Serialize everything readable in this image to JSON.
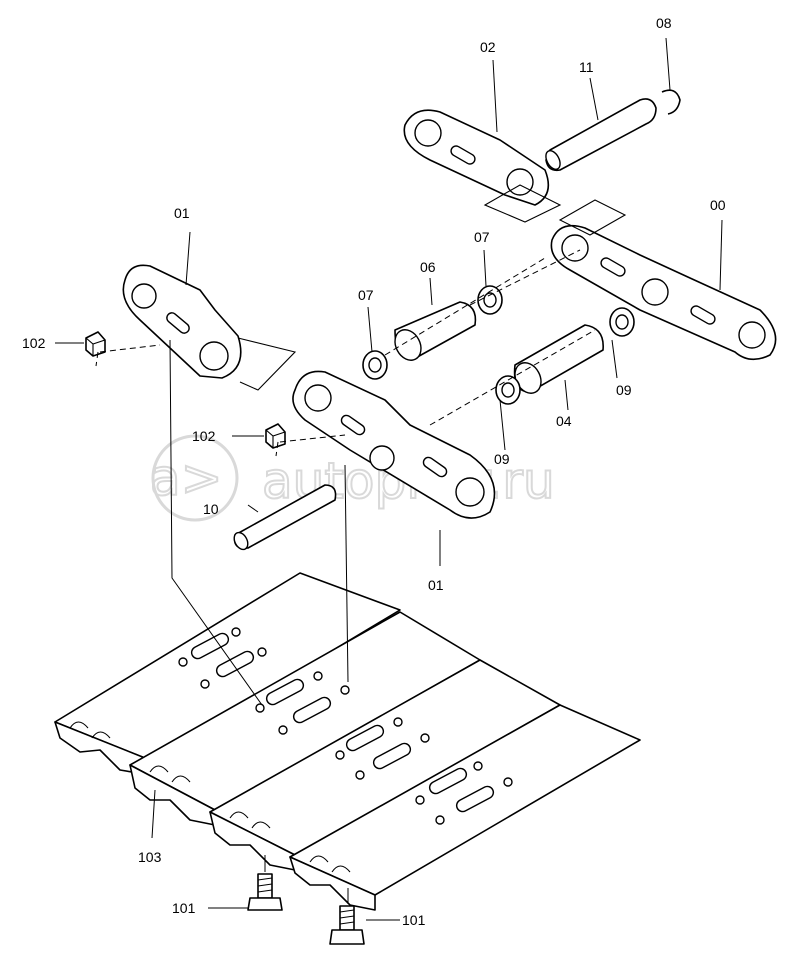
{
  "watermark": "autopiter.ru",
  "part_labels": {
    "p00": "00",
    "p01_top": "01",
    "p01_bottom": "01",
    "p02": "02",
    "p04": "04",
    "p06": "06",
    "p07_left": "07",
    "p07_right": "07",
    "p08": "08",
    "p09_left": "09",
    "p09_right": "09",
    "p10": "10",
    "p11": "11",
    "p101_left": "101",
    "p101_right": "101",
    "p102_top": "102",
    "p102_mid": "102",
    "p103": "103"
  }
}
